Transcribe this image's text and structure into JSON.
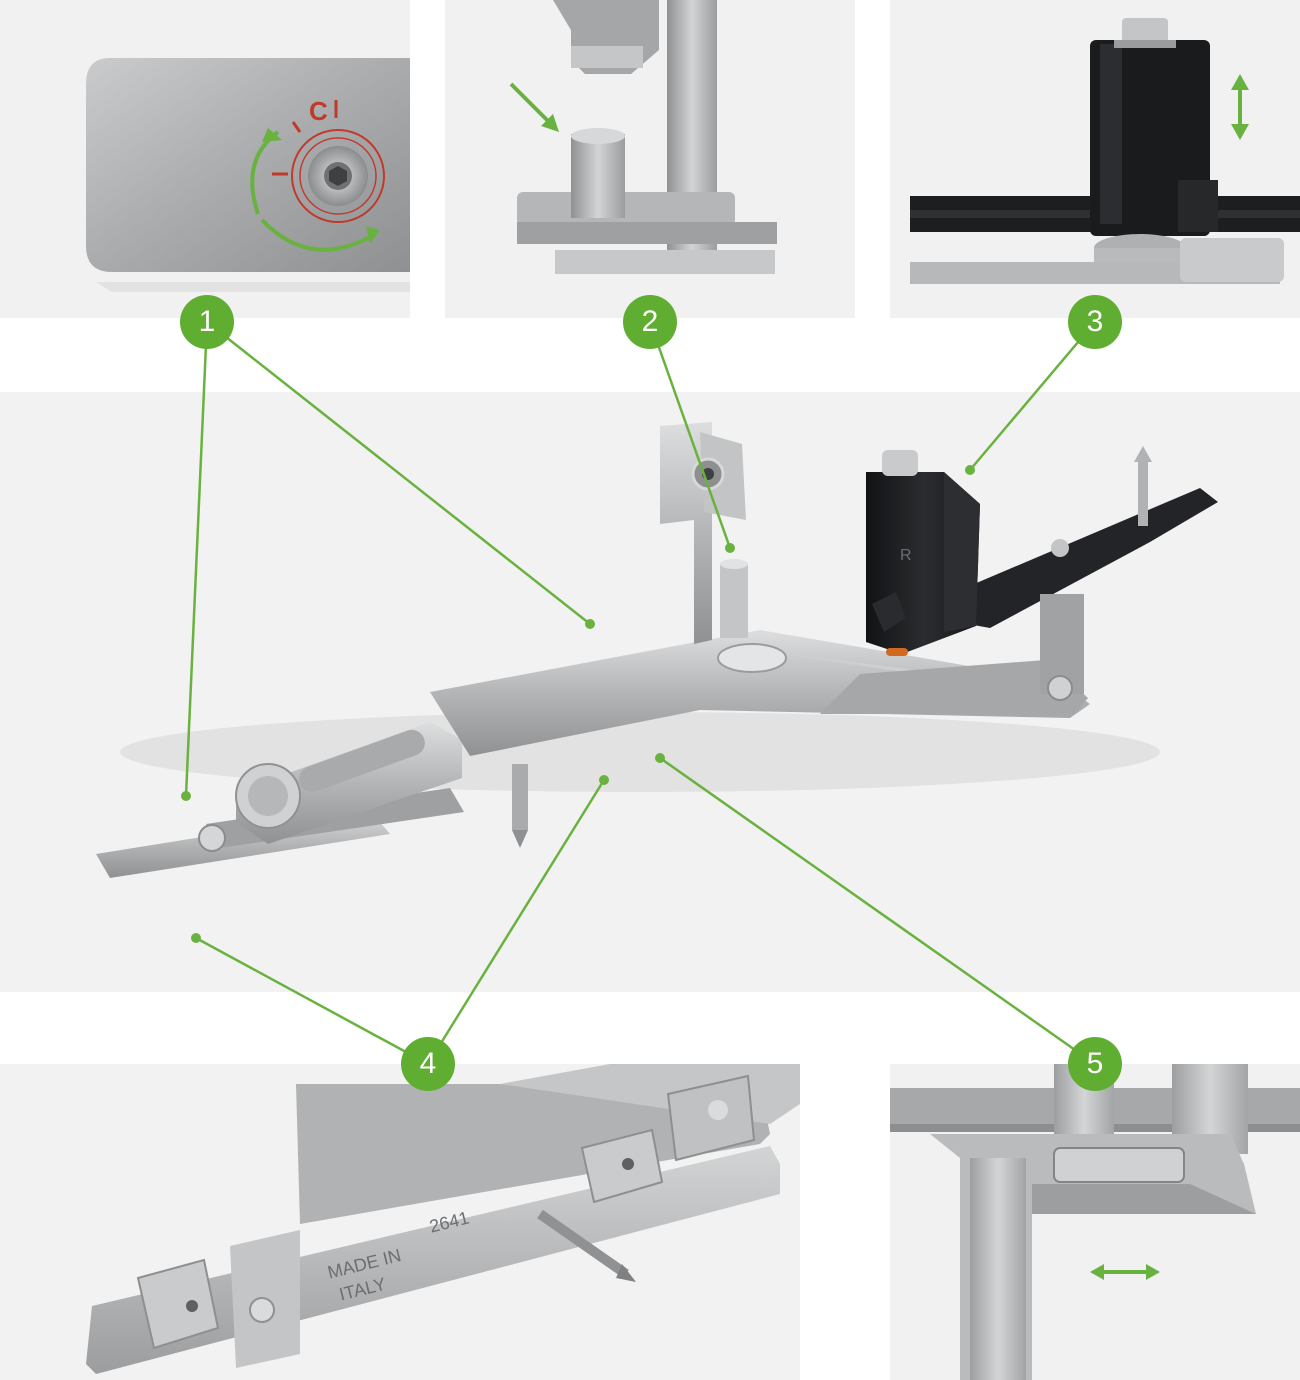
{
  "colors": {
    "accent": "#6ab23f",
    "badge": "#5fae32",
    "panel_bg": "#f1f1f1",
    "metal": "#b9bbbd",
    "dark": "#1d1e20",
    "red": "#c0392b"
  },
  "badges": [
    {
      "number": "1"
    },
    {
      "number": "2"
    },
    {
      "number": "3"
    },
    {
      "number": "4"
    },
    {
      "number": "5"
    }
  ],
  "panels": {
    "detail_1": {
      "dial_letter": "C"
    },
    "detail_4": {
      "engraving_line1": "MADE IN",
      "engraving_line2": "ITALY",
      "engraving_code": "2641"
    }
  },
  "main": {
    "mark_letter": "R"
  }
}
